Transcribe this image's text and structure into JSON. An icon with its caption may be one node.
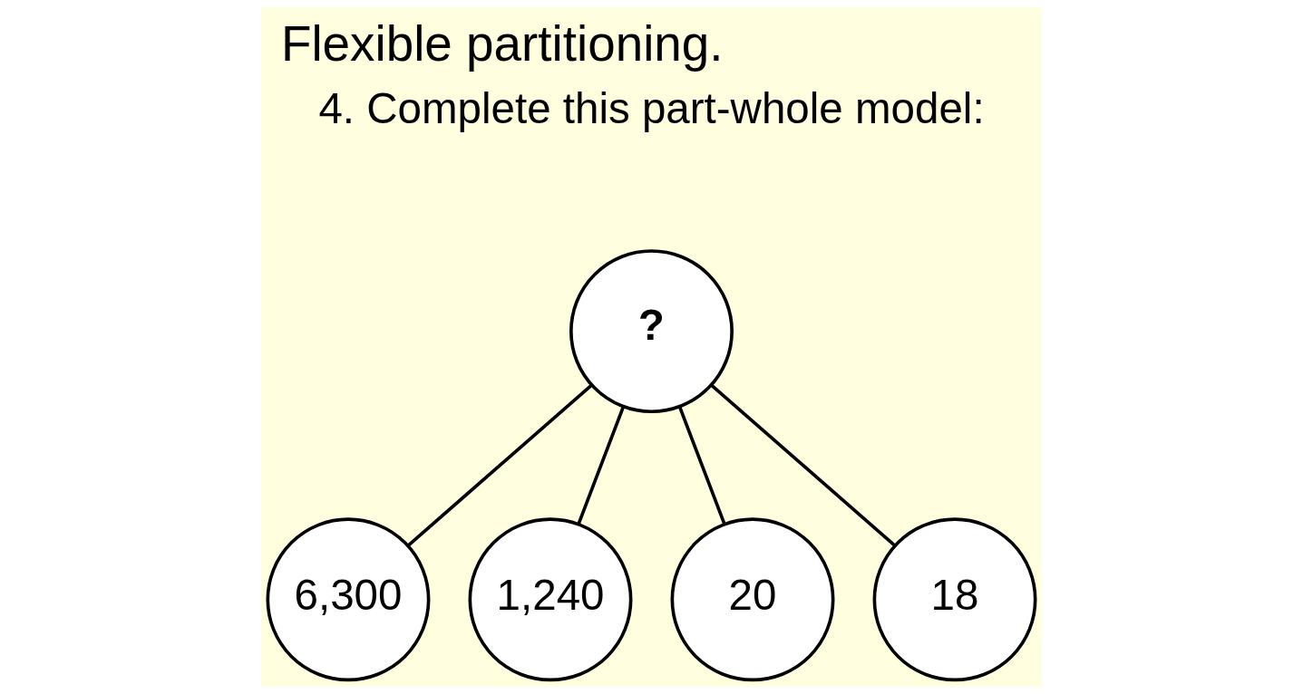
{
  "diagram": {
    "title": "Flexible partitioning.",
    "nodes": [
      {
        "text": [
          "?"
        ]
      },
      {
        "text": [
          "6,300"
        ]
      },
      {
        "text": [
          "1,240"
        ]
      },
      {
        "text": [
          "20"
        ]
      },
      {
        "text": [
          "18"
        ]
      }
    ],
    "edges": [
      {
        "from": 0,
        "to": 1,
        "arrow": "none"
      },
      {
        "from": 0,
        "to": 2,
        "arrow": "none"
      },
      {
        "from": 0,
        "to": 3,
        "arrow": "none"
      },
      {
        "from": 0,
        "to": 4,
        "arrow": "none"
      }
    ],
    "labels": [
      "4. Complete this part-whole model:"
    ]
  }
}
